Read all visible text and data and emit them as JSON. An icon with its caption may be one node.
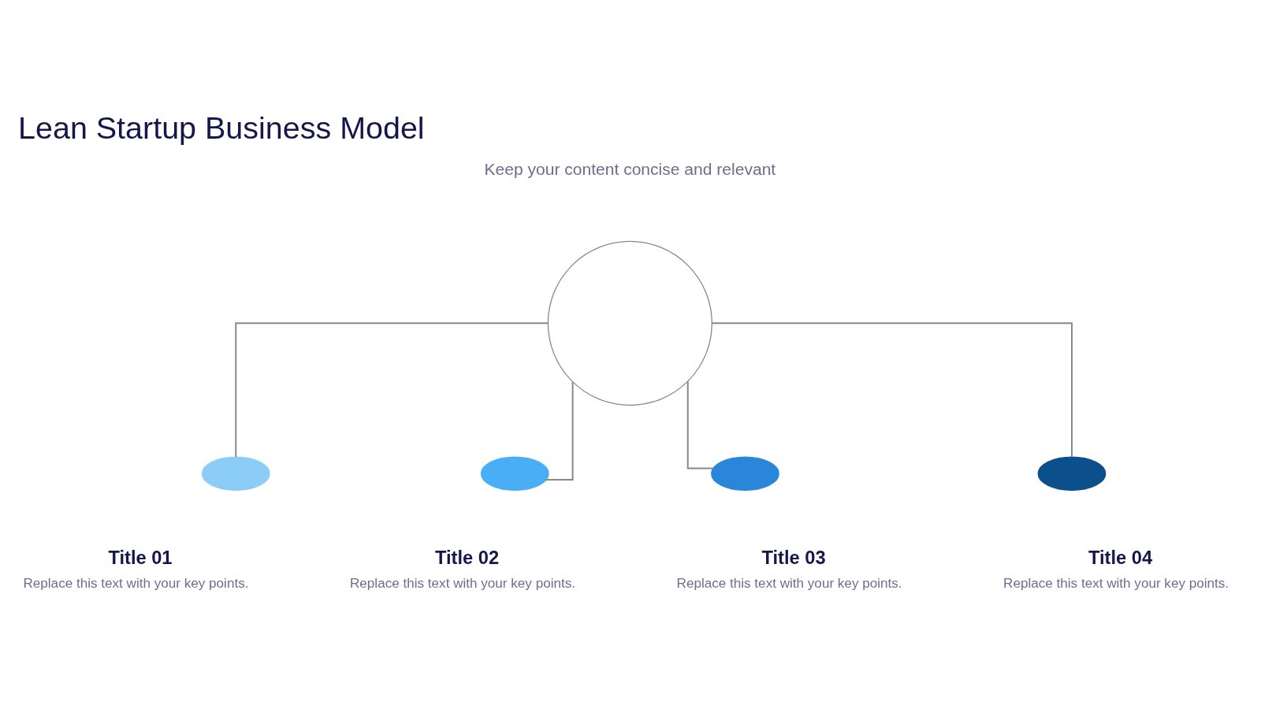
{
  "diagram": {
    "title": "Lean Startup Business Model",
    "nodes": [
      {
        "text": [],
        "shape": "circle"
      },
      {
        "text": [],
        "shape": "half-circle",
        "beside": [
          "Title 01",
          "Replace this text with your key points."
        ]
      },
      {
        "text": [],
        "shape": "half-circle",
        "beside": [
          "Title 02",
          "Replace this text with your key points."
        ]
      },
      {
        "text": [],
        "shape": "half-circle",
        "beside": [
          "Title 03",
          "Replace this text with your key points."
        ]
      },
      {
        "text": [],
        "shape": "half-circle",
        "beside": [
          "Title 04",
          "Replace this text with your key points."
        ]
      }
    ],
    "edges": [
      {
        "from": 0,
        "to": 1,
        "arrow": "none"
      },
      {
        "from": 0,
        "to": 2,
        "arrow": "none"
      },
      {
        "from": 0,
        "to": 3,
        "arrow": "none"
      },
      {
        "from": 0,
        "to": 4,
        "arrow": "none"
      }
    ],
    "labels": [
      "Keep your content concise and relevant"
    ]
  }
}
